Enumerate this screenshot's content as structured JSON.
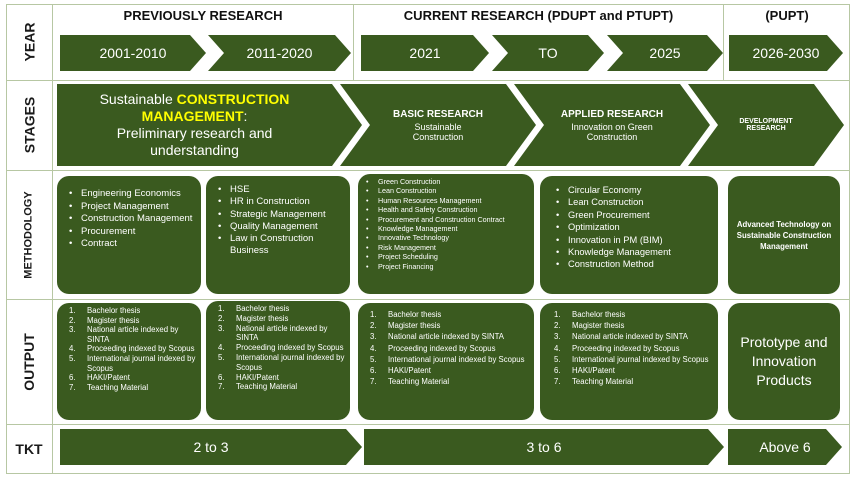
{
  "rows": {
    "year": "YEAR",
    "stages": "STAGES",
    "methodology": "METHODOLOGY",
    "output": "OUTPUT",
    "tkt": "TKT"
  },
  "columns": {
    "previous": "PREVIOUSLY RESEARCH",
    "current": "CURRENT RESEARCH (PDUPT and PTUPT)",
    "future": "(PUPT)"
  },
  "years": [
    "2001-2010",
    "2011-2020",
    "2021",
    "TO",
    "2025",
    "2026-2030"
  ],
  "stages": {
    "s1_line1": "Sustainable ",
    "s1_highlight": "CONSTRUCTION MANAGEMENT",
    "s1_colon": ":",
    "s1_line2": "Preliminary research and understanding",
    "s2_title": "BASIC RESEARCH",
    "s2_sub": "Sustainable Construction",
    "s3_title": "APPLIED RESEARCH",
    "s3_sub": "Innovation on Green Construction",
    "s4_title": "DEVELOPMENT RESEARCH"
  },
  "methodology": {
    "m1": [
      "Engineering Economics",
      "Project Management",
      "Construction Management",
      "Procurement",
      "Contract"
    ],
    "m2": [
      "HSE",
      "HR in Construction",
      "Strategic Management",
      "Quality Management",
      "Law in Construction Business"
    ],
    "m3": [
      "Green Construction",
      "Lean Construction",
      "Human Resources Management",
      "Health and Safety Construction",
      "Procurement and Construction Contract",
      "Knowledge Management",
      "Innovative Technology",
      "Risk Management",
      "Project Scheduling",
      "Project Financing"
    ],
    "m4": [
      "Circular Economy",
      "Lean Construction",
      "Green Procurement",
      "Optimization",
      "Innovation in PM (BIM)",
      "Knowledge Management",
      "Construction Method"
    ],
    "m5": "Advanced Technology on Sustainable Construction Management"
  },
  "output": {
    "o1": [
      "Bachelor thesis",
      "Magister thesis",
      "National article indexed by SINTA",
      "Proceeding indexed by Scopus",
      "International journal indexed by Scopus",
      "HAKI/Patent",
      "Teaching Material"
    ],
    "o2": [
      "Bachelor thesis",
      "Magister thesis",
      "National article indexed by SINTA",
      "Proceeding indexed by Scopus",
      "International journal indexed by Scopus",
      "HAKI/Patent",
      "Teaching Material"
    ],
    "o3": [
      "Bachelor thesis",
      "Magister thesis",
      "National article indexed by SINTA",
      "Proceeding indexed by Scopus",
      "International journal indexed by Scopus",
      "HAKI/Patent",
      "Teaching Material"
    ],
    "o4": [
      "Bachelor thesis",
      "Magister thesis",
      "National article indexed by SINTA",
      "Proceeding indexed by Scopus",
      "International journal indexed by Scopus",
      "HAKI/Patent",
      "Teaching Material"
    ],
    "o5": "Prototype and Innovation Products"
  },
  "tkt": [
    "2 to 3",
    "3 to 6",
    "Above 6"
  ],
  "colors": {
    "green": "#3a5a1f",
    "highlight": "#ffff00",
    "grid": "#b7c7a3"
  }
}
